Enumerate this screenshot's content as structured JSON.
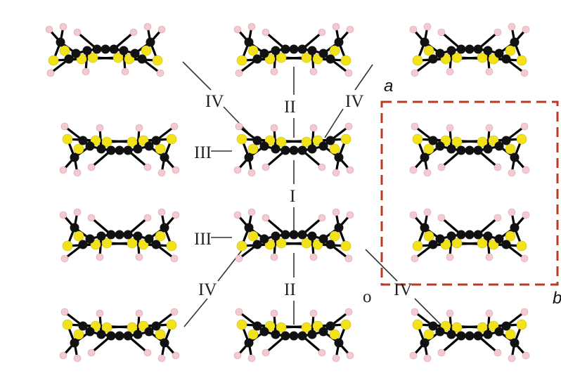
{
  "figure": {
    "contact_labels": {
      "I": "I",
      "II": "II",
      "III": "III",
      "IV": "IV"
    },
    "axis_labels": {
      "a": "a",
      "b": "b",
      "origin": "o"
    },
    "colors": {
      "carbon": "#111111",
      "sulfur": "#f2e21a",
      "hydrogen": "#f4c9cf",
      "bond": "#000000",
      "contact_line": "#333333",
      "unit_cell": "#b83a22"
    },
    "molecule_rows": 4,
    "molecule_columns": 3
  }
}
